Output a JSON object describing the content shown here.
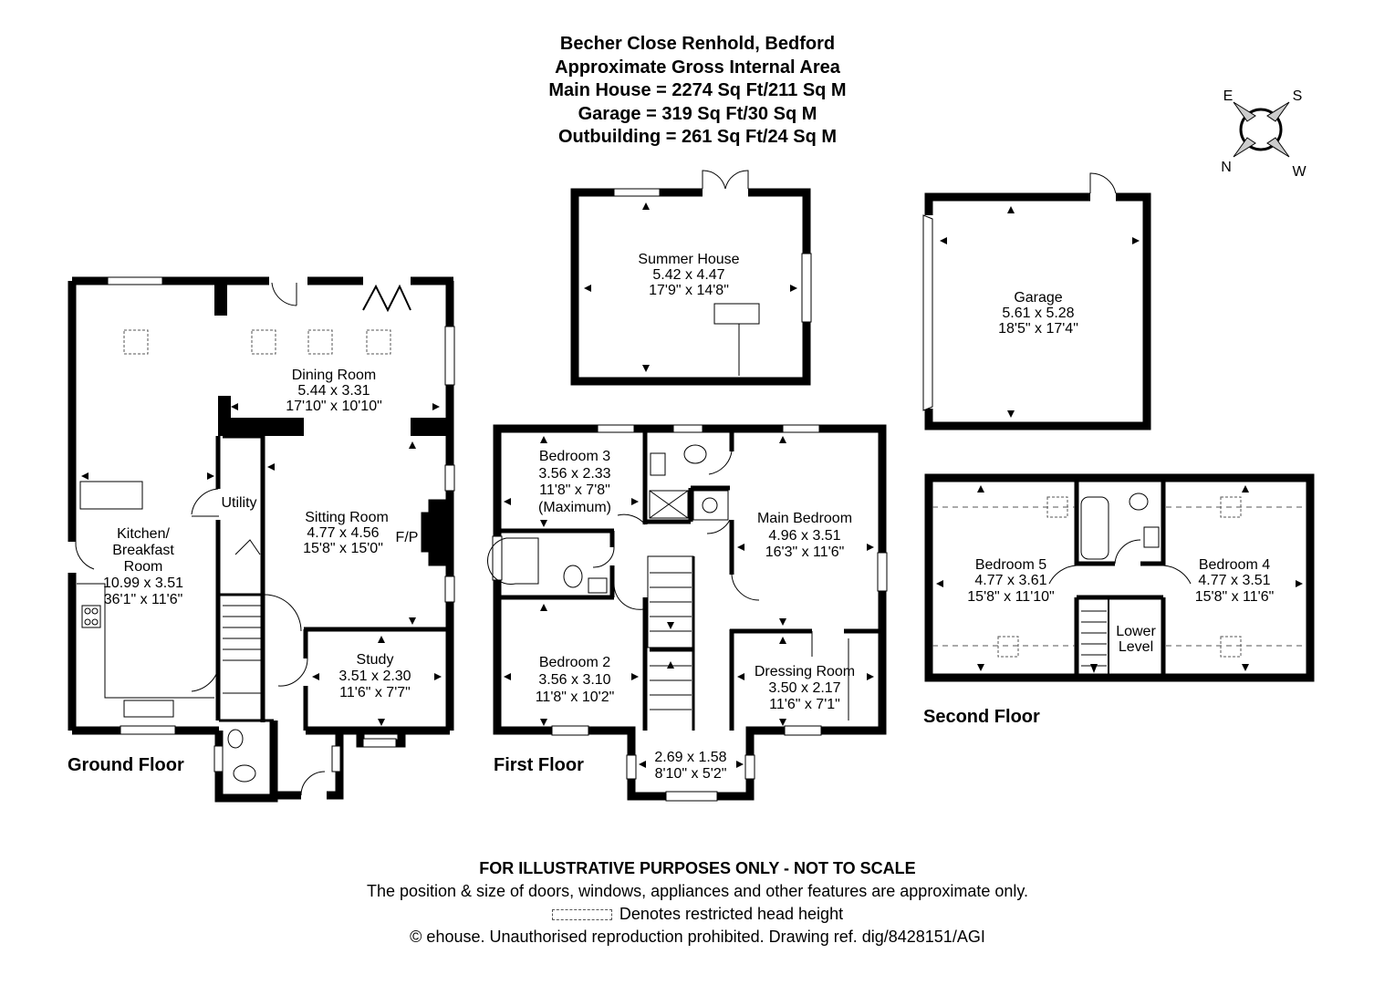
{
  "header": {
    "lines": [
      "Becher Close Renhold, Bedford",
      "Approximate Gross Internal Area",
      "Main House = 2274 Sq Ft/211 Sq M",
      "Garage = 319 Sq Ft/30 Sq M",
      "Outbuilding = 261 Sq Ft/24 Sq M"
    ]
  },
  "compass": {
    "e": "E",
    "s": "S",
    "n": "N",
    "w": "W"
  },
  "floors": {
    "ground": "Ground Floor",
    "first": "First Floor",
    "second": "Second Floor"
  },
  "rooms": {
    "summer_house": [
      "Summer House",
      "5.42 x 4.47",
      "17'9\" x 14'8\""
    ],
    "garage": [
      "Garage",
      "5.61 x 5.28",
      "18'5\" x 17'4\""
    ],
    "dining_room": [
      "Dining Room",
      "5.44 x 3.31",
      "17'10\" x 10'10\""
    ],
    "utility": [
      "Utility"
    ],
    "sitting_room": [
      "Sitting Room",
      "4.77 x 4.56",
      "15'8\" x 15'0\""
    ],
    "fireplace": [
      "F/P"
    ],
    "kitchen": [
      "Kitchen/",
      "Breakfast",
      "Room",
      "10.99 x 3.51",
      "36'1\" x 11'6\""
    ],
    "study": [
      "Study",
      "3.51 x 2.30",
      "11'6\" x 7'7\""
    ],
    "bedroom3": [
      "Bedroom 3",
      "3.56 x 2.33",
      "11'8\" x 7'8\"",
      "(Maximum)"
    ],
    "main_bedroom": [
      "Main Bedroom",
      "4.96 x 3.51",
      "16'3\" x 11'6\""
    ],
    "bedroom2": [
      "Bedroom 2",
      "3.56 x 3.10",
      "11'8\" x 10'2\""
    ],
    "dressing_room": [
      "Dressing Room",
      "3.50 x 2.17",
      "11'6\" x 7'1\""
    ],
    "landing_bay": [
      "2.69 x 1.58",
      "8'10\" x 5'2\""
    ],
    "bedroom5": [
      "Bedroom 5",
      "4.77 x 3.61",
      "15'8\" x 11'10\""
    ],
    "bedroom4": [
      "Bedroom 4",
      "4.77 x 3.51",
      "15'8\" x 11'6\""
    ],
    "lower_level": [
      "Lower",
      "Level"
    ]
  },
  "footer": {
    "disclaimer": "FOR ILLUSTRATIVE PURPOSES ONLY - NOT TO SCALE",
    "note": "The position & size of doors, windows, appliances and other features are approximate only.",
    "legend": "Denotes restricted head height",
    "copyright": "© ehouse. Unauthorised reproduction prohibited. Drawing ref. dig/8428151/AGI"
  }
}
